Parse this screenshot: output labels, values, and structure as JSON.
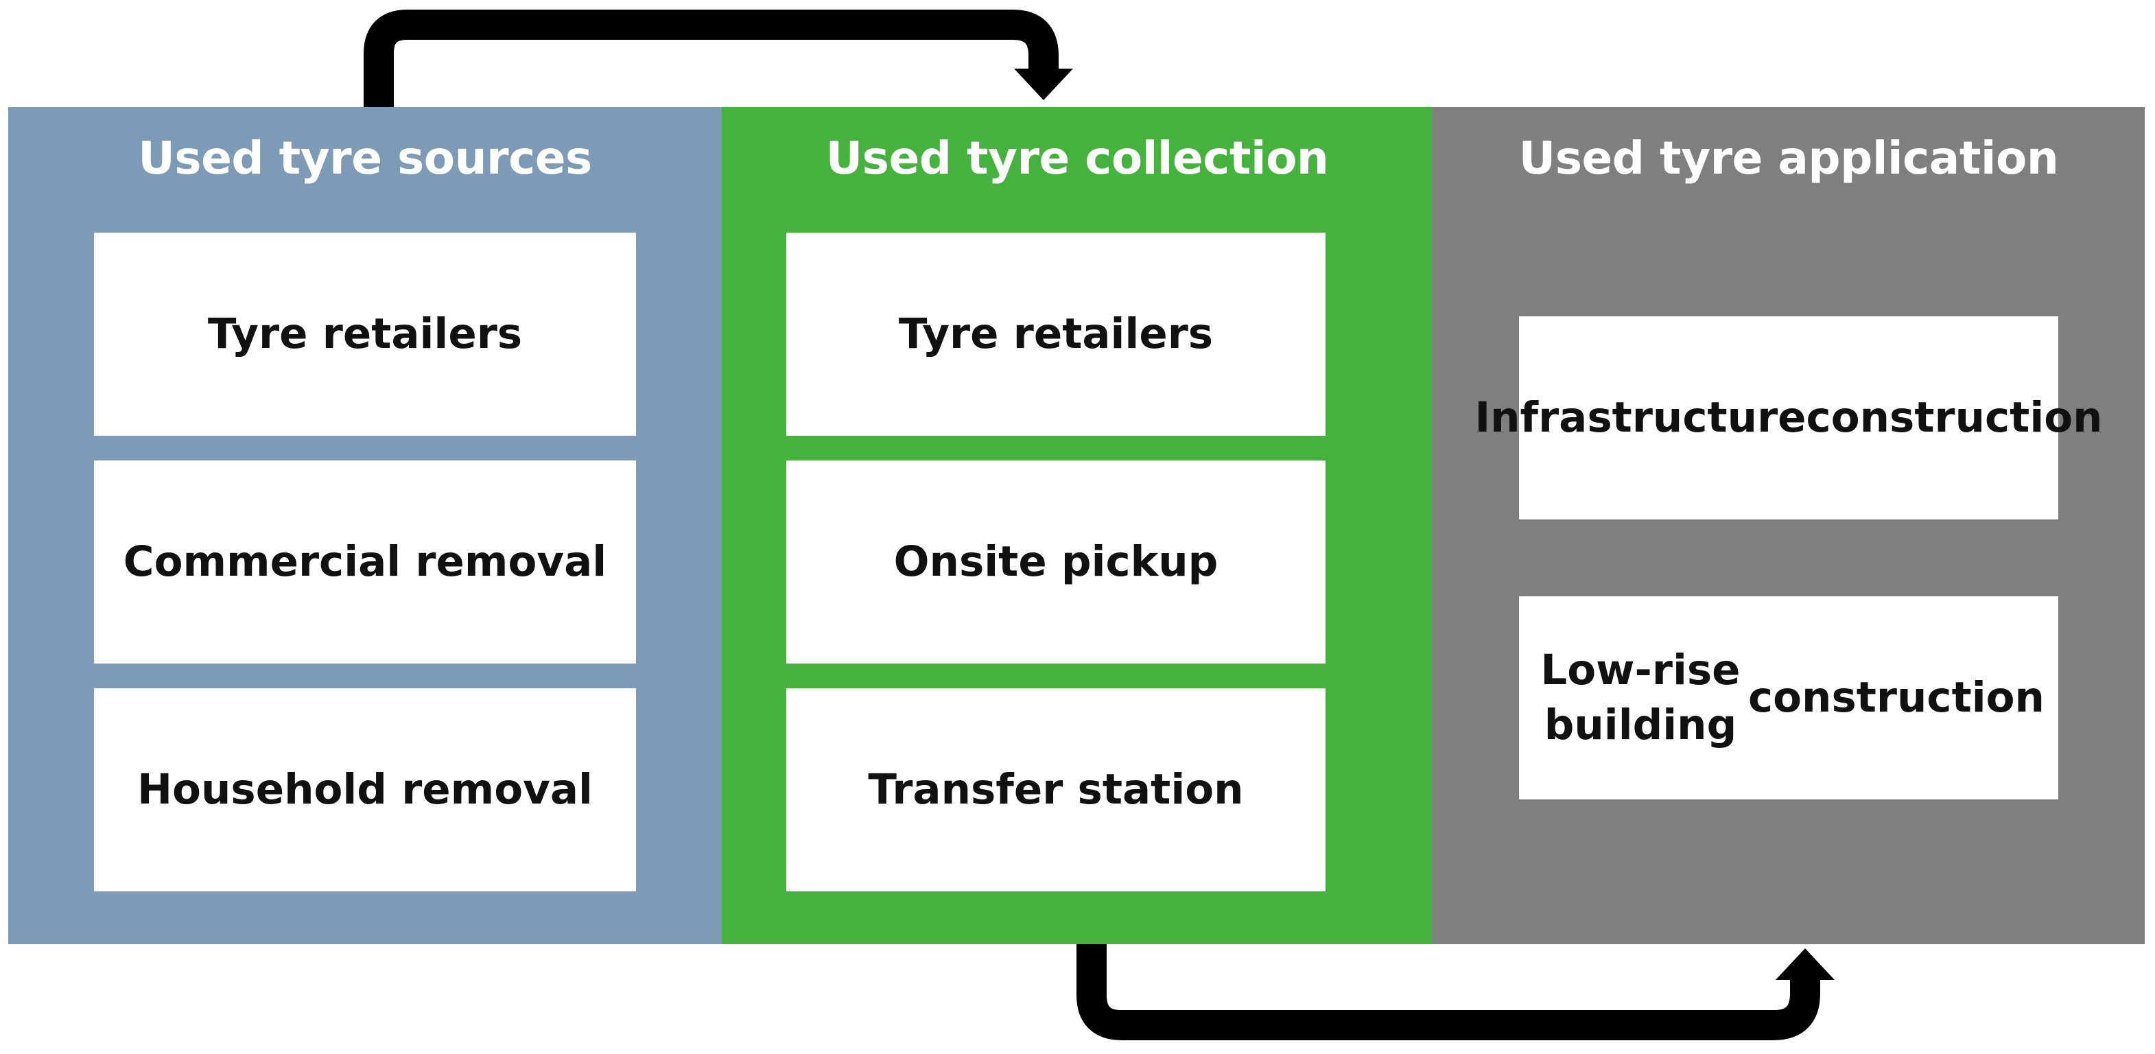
{
  "colors": {
    "sources_bg": "#7d9bb6",
    "collection_bg": "#46b23e",
    "application_bg": "#7f7f7f",
    "box_bg": "#ffffff",
    "arrow": "#000000"
  },
  "columns": [
    {
      "title": "Used tyre sources",
      "items": [
        "Tyre retailers",
        "Commercial removal",
        "Household removal"
      ]
    },
    {
      "title": "Used tyre collection",
      "items": [
        "Tyre retailers",
        "Onsite pickup",
        "Transfer station"
      ]
    },
    {
      "title": "Used tyre application",
      "items": [
        {
          "line1": "Infrastructure",
          "line2": "construction"
        },
        {
          "line1": "Low-rise building",
          "line2": "construction"
        }
      ]
    }
  ],
  "arrows": [
    {
      "from": "Used tyre sources",
      "to": "Used tyre collection",
      "route": "over-top"
    },
    {
      "from": "Used tyre collection",
      "to": "Used tyre application",
      "route": "under-bottom"
    }
  ]
}
